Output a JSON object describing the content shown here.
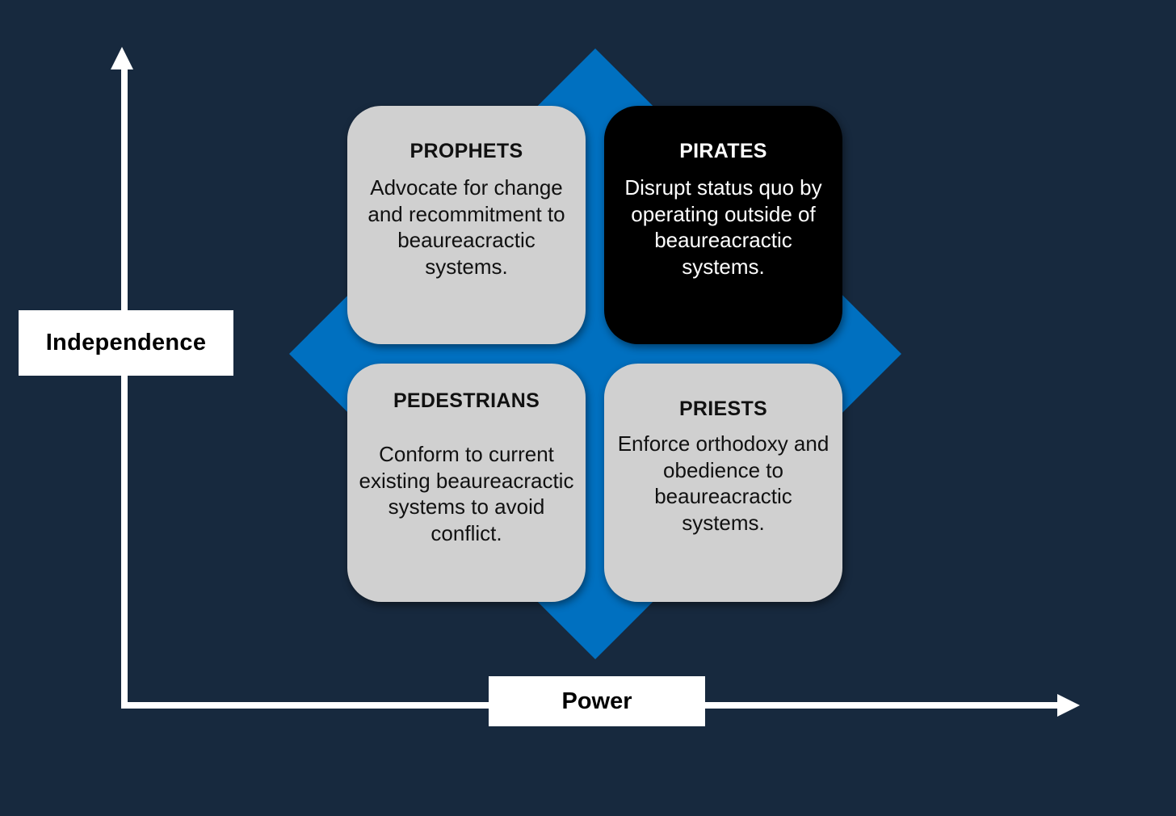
{
  "axes": {
    "y_label": "Independence",
    "x_label": "Power"
  },
  "colors": {
    "background": "#17293e",
    "diamond": "#0070c0",
    "light_box": "#d0d0d0",
    "dark_box": "#000000",
    "axis": "#ffffff"
  },
  "quadrants": [
    {
      "title": "PROPHETS",
      "description": "Advocate for change and recommitment to beaureacractic systems."
    },
    {
      "title": "PIRATES",
      "description": "Disrupt status quo by operating outside of beaureacractic systems."
    },
    {
      "title": "PEDESTRIANS",
      "description": "Conform to current existing beaureacractic systems to avoid conflict."
    },
    {
      "title": "PRIESTS",
      "description": "Enforce orthodoxy and obedience to beaureacractic systems."
    }
  ]
}
